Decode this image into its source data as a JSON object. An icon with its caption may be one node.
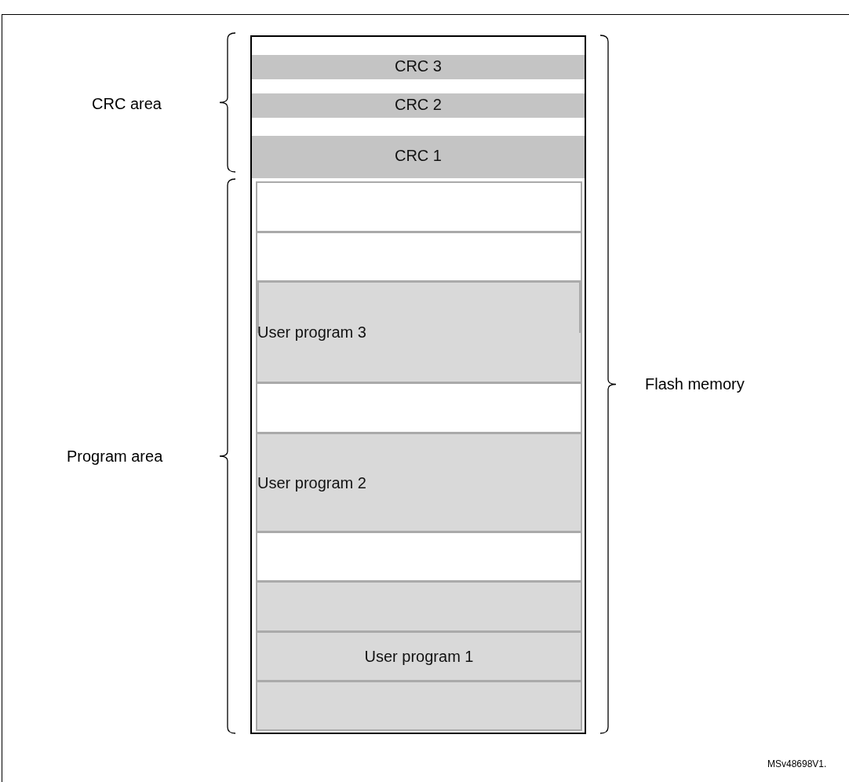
{
  "diagram": {
    "nodes": [
      {
        "text": [],
        "shape": "box"
      },
      {
        "text": [
          "CRC 3"
        ],
        "in": 0
      },
      {
        "text": [
          "CRC 2"
        ],
        "in": 0
      },
      {
        "text": [
          "CRC 1"
        ],
        "in": 0
      },
      {
        "text": [],
        "shape": "box",
        "in": 0
      },
      {
        "text": [],
        "shape": "box",
        "in": 0
      },
      {
        "text": [
          "User program 3"
        ],
        "in": 0
      },
      {
        "text": [],
        "shape": "box",
        "in": 0
      },
      {
        "text": [
          "User program 2"
        ],
        "in": 0
      },
      {
        "text": [],
        "shape": "box",
        "in": 0
      },
      {
        "text": [],
        "shape": "box",
        "in": 0
      },
      {
        "text": [
          "User program 1"
        ],
        "in": 0
      },
      {
        "text": [],
        "shape": "box",
        "in": 0
      }
    ],
    "edges": [],
    "labels": [
      "CRC area",
      "Flash memory",
      "Program area",
      "MSv48698V1."
    ]
  }
}
